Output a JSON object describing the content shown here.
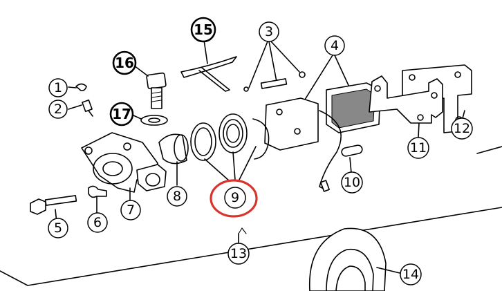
{
  "labels": {
    "p1": "1",
    "p2": "2",
    "p3": "3",
    "p4": "4",
    "p5": "5",
    "p6": "6",
    "p7": "7",
    "p8": "8",
    "p9": "9",
    "p10": "10",
    "p11": "11",
    "p12": "12",
    "p13": "13",
    "p14": "14",
    "p15": "15",
    "p16": "16",
    "p17": "17"
  },
  "highlighted_part": "9",
  "highlight_color": "#d9342b"
}
